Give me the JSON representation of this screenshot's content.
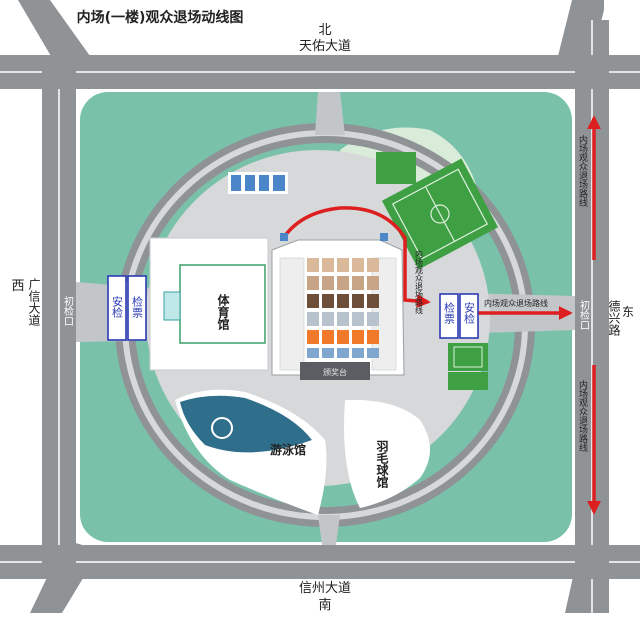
{
  "title": "内场(一楼)观众退场动线图",
  "compass": {
    "north": "北",
    "south": "南",
    "west": "西",
    "east": "东"
  },
  "roads": {
    "north": "天佑大道",
    "south": "信州大道",
    "west": "广信大道",
    "east": "德兴路"
  },
  "venues": {
    "gym": "体育馆",
    "swim": "游泳馆",
    "badminton": "羽毛球馆"
  },
  "checkpoints": {
    "west_security": "安检",
    "west_ticket": "检票",
    "east_ticket": "检票",
    "east_security": "安检",
    "west_initial": "初检口",
    "east_initial": "初检口"
  },
  "routes": {
    "ring_label": "内场观众退场路线",
    "east_label": "内场观众退场路线",
    "road_upper_label": "内场观众退场路线",
    "road_lower_label": "内场观众退场路线"
  },
  "stadium": {
    "stage_label": "颁奖台"
  },
  "colors": {
    "route": "#dd1f1f",
    "green": "#79c2a9",
    "road": "#8f9396",
    "plaza": "#d6d8da",
    "pool": "#2f6f8b",
    "checkpoint": "#2b3bb5",
    "pitch": "#3ea043"
  }
}
